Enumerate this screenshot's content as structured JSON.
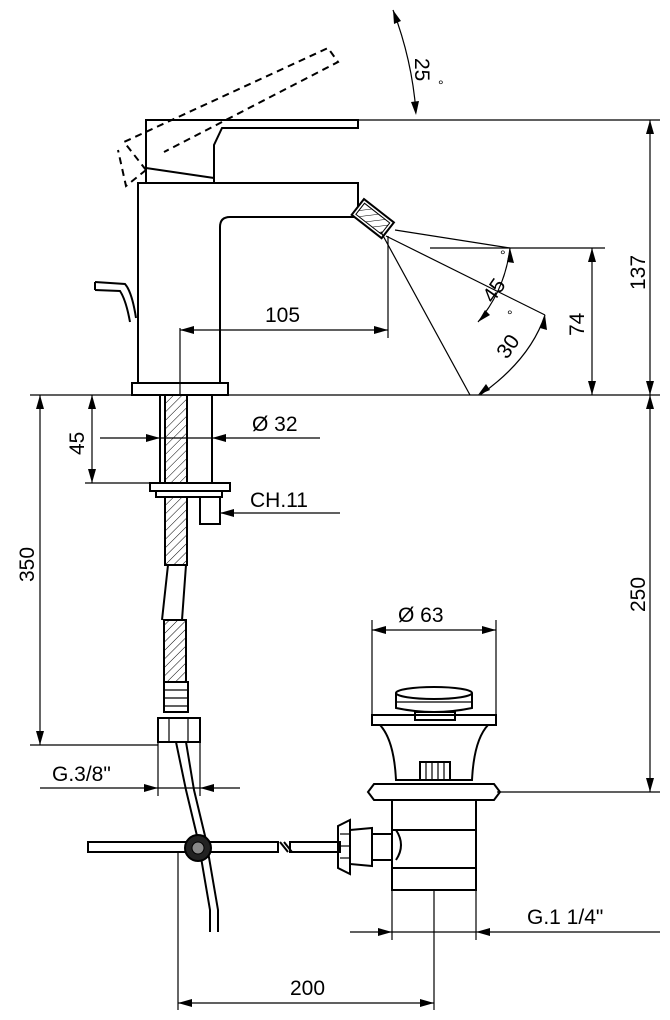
{
  "dimensions": {
    "lever_angle": "25",
    "height_total": "137",
    "spout_angle_45": "45",
    "spout_angle_30": "30",
    "spout_height": "74",
    "spout_reach": "105",
    "shank_height": "45",
    "shank_diameter": "Ø 32",
    "nut_size": "CH.11",
    "hose_length": "350",
    "below_deck": "250",
    "waste_diameter": "Ø 63",
    "inlet_thread": "G.3/8\"",
    "waste_thread": "G.1 1/4\"",
    "center_distance": "200"
  },
  "degree_symbol": "°"
}
